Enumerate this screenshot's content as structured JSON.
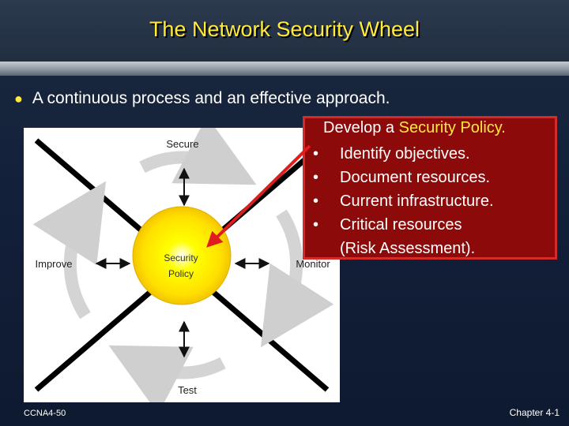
{
  "slide": {
    "title": "The Network Security Wheel",
    "bullet": "A continuous process and an effective approach."
  },
  "wheel": {
    "top_label": "Secure",
    "left_label": "Improve",
    "right_label": "Monitor",
    "bottom_label": "Test",
    "center_line1": "Security",
    "center_line2": "Policy"
  },
  "callout": {
    "heading_prefix": "Develop a ",
    "heading_highlight": "Security Policy.",
    "items": [
      "Identify objectives.",
      "Document resources.",
      "Current infrastructure.",
      "Critical resources"
    ],
    "continuation": "(Risk Assessment)."
  },
  "footer": {
    "left": "CCNA4-50",
    "right": "Chapter 4-1"
  },
  "colors": {
    "title": "#ffea3d",
    "callout_bg": "#8c0a0a",
    "callout_border": "#d42a2a",
    "arrow": "#e01c1c",
    "policy_core": "#ffff00"
  }
}
